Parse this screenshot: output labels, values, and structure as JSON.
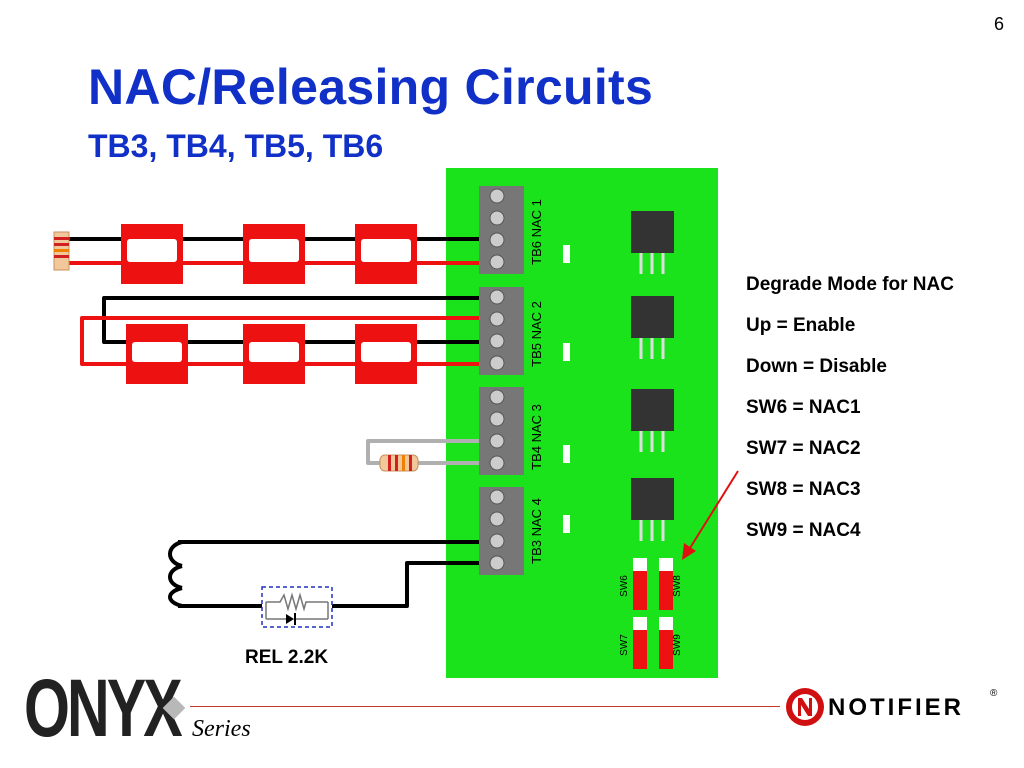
{
  "page_number": "6",
  "title": "NAC/Releasing Circuits",
  "subtitle": "TB3, TB4, TB5, TB6",
  "terminal_blocks": [
    {
      "label": "TB6 NAC 1"
    },
    {
      "label": "TB5 NAC 2"
    },
    {
      "label": "TB4 NAC 3"
    },
    {
      "label": "TB3 NAC 4"
    }
  ],
  "switches": [
    {
      "label": "SW6"
    },
    {
      "label": "SW8"
    },
    {
      "label": "SW7"
    },
    {
      "label": "SW9"
    }
  ],
  "notes": [
    "Degrade Mode for NAC",
    "Up = Enable",
    "Down = Disable",
    "SW6 = NAC1",
    "SW7 = NAC2",
    "SW8 = NAC3",
    "SW9 = NAC4"
  ],
  "rel_label": "REL 2.2K",
  "brand": {
    "onyx": "ONYX",
    "series": "Series",
    "notifier": "NOTIFIER",
    "registered": "®"
  },
  "colors": {
    "title": "#1030c8",
    "board": "#1be31b",
    "device": "#ee1111",
    "wire_black": "#000000",
    "wire_red": "#ee1111",
    "wire_gray": "#b0b0b0",
    "terminal_block": "#777777",
    "pointer_arrow": "#e01010"
  }
}
